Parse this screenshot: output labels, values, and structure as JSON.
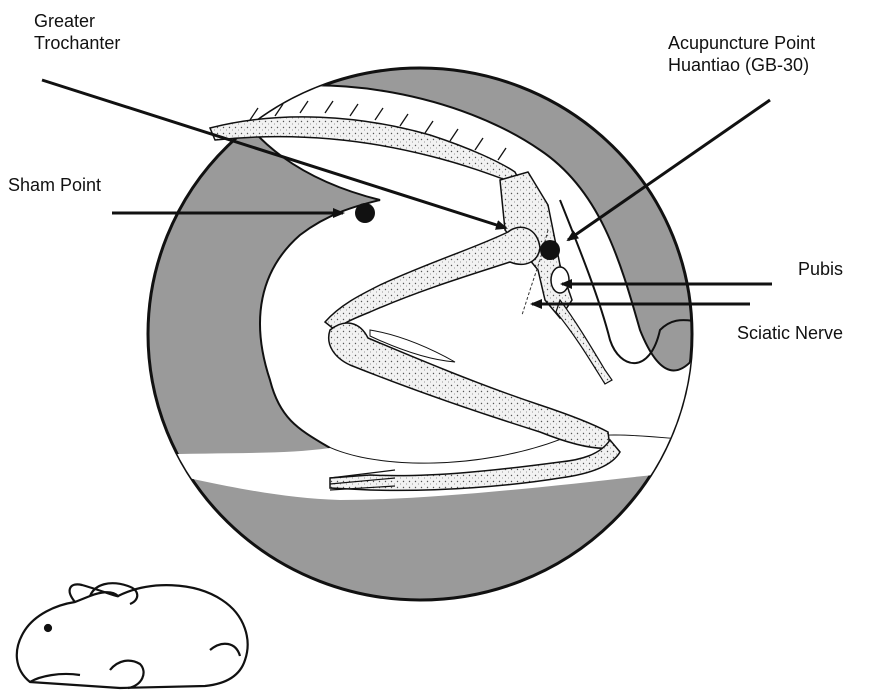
{
  "labels": {
    "greater_trochanter": [
      "Greater",
      "Trochanter"
    ],
    "acupuncture_point": [
      "Acupuncture Point",
      "Huantiao (GB-30)"
    ],
    "sham_point": "Sham Point",
    "pubis": "Pubis",
    "sciatic_nerve": "Sciatic Nerve"
  },
  "colors": {
    "background": "#ffffff",
    "disc_fill": "#9a9a9a",
    "bone_fill": "#f2f2f2",
    "outline": "#111111",
    "body_fill": "#ffffff"
  }
}
